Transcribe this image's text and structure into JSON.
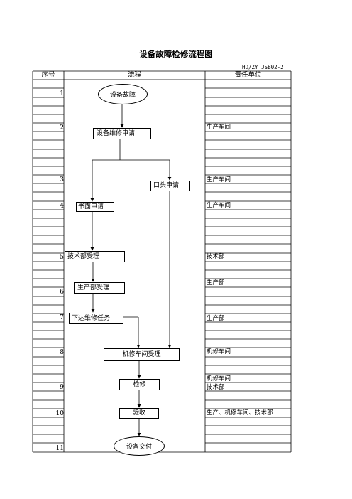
{
  "title": "设备故障检修流程图",
  "doc_no": "HD/ZY JSB02-2",
  "headers": {
    "seq": "序号",
    "flow": "流程",
    "resp": "责任单位"
  },
  "seq_numbers": [
    "1",
    "2",
    "3",
    "4",
    "5",
    "6",
    "7",
    "8",
    "9",
    "10",
    "11"
  ],
  "nodes": {
    "start": "设备故障",
    "request": "设备维修申请",
    "oral": "口头申请",
    "written": "书面申请",
    "tech_accept": "技术部受理",
    "prod_accept": "生产部受理",
    "assign": "下达维修任务",
    "workshop_accept": "机修车间受理",
    "repair": "检修",
    "inspect": "验收",
    "handover": "设备交付"
  },
  "responsible": [
    "生产车间",
    "生产车间",
    "生产车间",
    "技术部",
    "生产部",
    "生产部",
    "机修车间",
    "机修车间",
    "技术部",
    "生产、机修车间、技术部"
  ]
}
